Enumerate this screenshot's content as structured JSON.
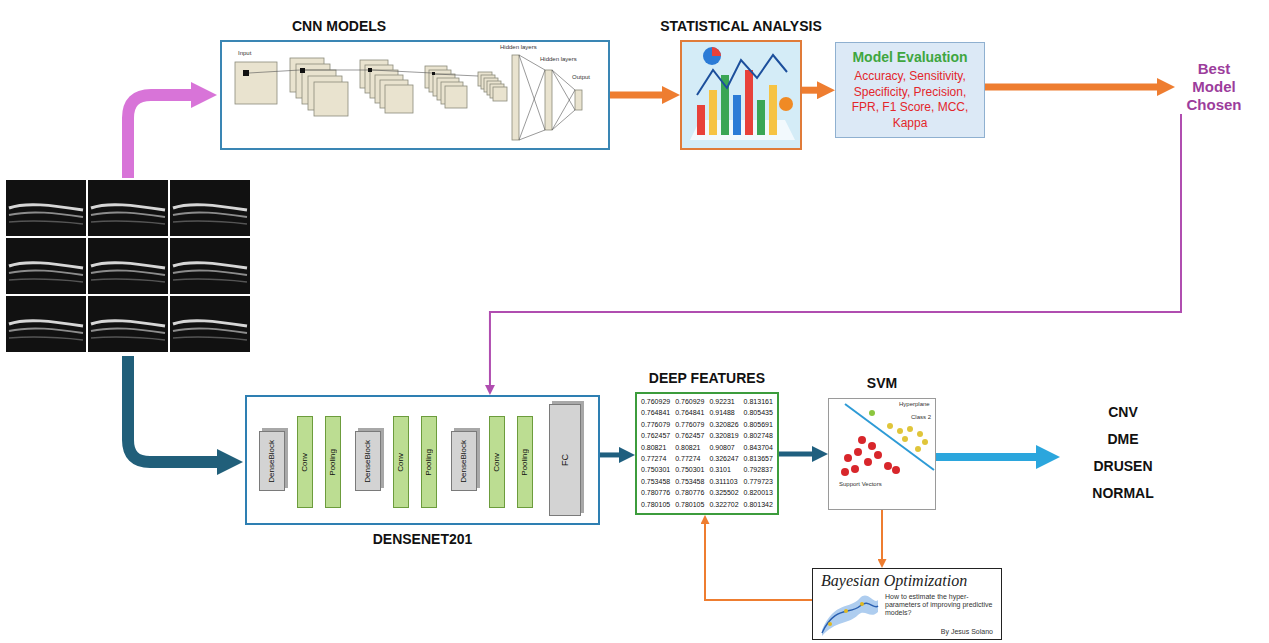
{
  "diagram": {
    "nodes": [
      {
        "text": [
          "CNN MODELS"
        ]
      },
      {
        "text": [
          "STATISTICAL ANALYSIS"
        ]
      },
      {
        "text": [
          "Model Evaluation",
          "Accuracy, Sensitivity, Specificity, Precision, FPR, F1 Score, MCC, Kappa"
        ]
      },
      {
        "text": [
          "Best Model Chosen"
        ]
      },
      {
        "text": [
          "DENSENET201"
        ]
      },
      {
        "text": [
          "DenseBlock"
        ],
        "in": 4
      },
      {
        "text": [
          "Conv"
        ],
        "in": 4
      },
      {
        "text": [
          "Pooling"
        ],
        "in": 4
      },
      {
        "text": [
          "DenseBlock"
        ],
        "in": 4
      },
      {
        "text": [
          "Conv"
        ],
        "in": 4
      },
      {
        "text": [
          "Pooling"
        ],
        "in": 4
      },
      {
        "text": [
          "DenseBlock"
        ],
        "in": 4
      },
      {
        "text": [
          "Conv"
        ],
        "in": 4
      },
      {
        "text": [
          "Pooling"
        ],
        "in": 4
      },
      {
        "text": [
          "FC"
        ],
        "in": 4
      },
      {
        "text": [
          "DEEP FEATURES"
        ]
      },
      {
        "text": [
          "SVM"
        ]
      },
      {
        "text": [
          "Bayesian Optimization",
          "How to estimate the hyper-parameters of improving predictive models?",
          "By Jesus Solano"
        ]
      },
      {
        "text": [
          "CNV",
          "DME",
          "DRUSEN",
          "NORMAL"
        ]
      }
    ],
    "edges": [
      {
        "from": 0,
        "to": 1,
        "arrow": "to"
      },
      {
        "from": 1,
        "to": 2,
        "arrow": "to"
      },
      {
        "from": 2,
        "to": 3,
        "arrow": "to"
      },
      {
        "from": 3,
        "to": 4,
        "arrow": "to"
      },
      {
        "from": 4,
        "to": 15,
        "arrow": "to"
      },
      {
        "from": 15,
        "to": 16,
        "arrow": "to"
      },
      {
        "from": 16,
        "to": 17,
        "arrow": "to"
      },
      {
        "from": 17,
        "to": 15,
        "arrow": "to"
      },
      {
        "from": 16,
        "to": 18,
        "arrow": "to"
      }
    ],
    "labels": [
      "Input",
      "Hidden layers",
      "Hidden layers",
      "Output",
      "0.760929",
      "0.760929",
      "0.92231",
      "0.813161",
      "0.764841",
      "0.764841",
      "0.91488",
      "0.805435",
      "0.776079",
      "0.776079",
      "0.320826",
      "0.805691",
      "0.762457",
      "0.762457",
      "0.320819",
      "0.802748",
      "0.80821",
      "0.80821",
      "0.90807",
      "0.843704",
      "0.77274",
      "0.77274",
      "0.326247",
      "0.813657",
      "0.750301",
      "0.750301",
      "0.3101",
      "0.792837",
      "0.753458",
      "0.753458",
      "0.311103",
      "0.779723",
      "0.780776",
      "0.780776",
      "0.325502",
      "0.820013",
      "0.780105",
      "0.780105",
      "0.322702",
      "0.801342",
      "Hyperplane",
      "Class 2",
      "Support Vectors"
    ]
  }
}
